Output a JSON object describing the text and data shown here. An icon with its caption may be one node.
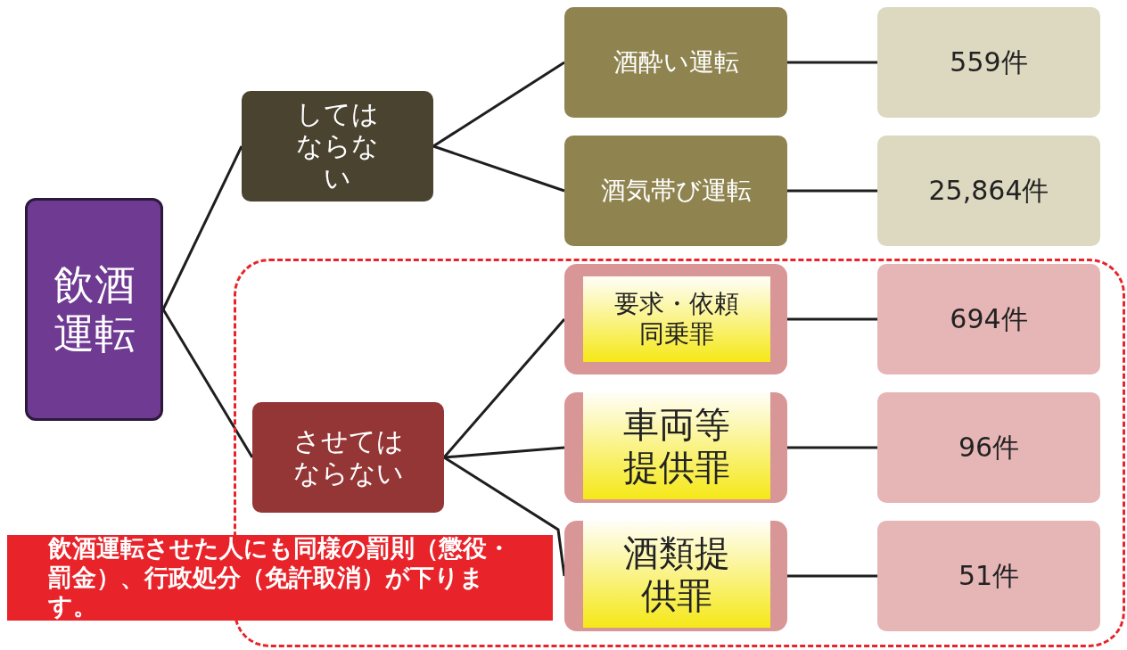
{
  "diagram": {
    "nodes": [
      {
        "text": [
          "飲酒運転"
        ]
      },
      {
        "text": [
          "してはならない"
        ]
      },
      {
        "text": [
          "酒酔い運転"
        ]
      },
      {
        "text": [
          "559件"
        ]
      },
      {
        "text": [
          "酒気帯び運転"
        ]
      },
      {
        "text": [
          "25,864件"
        ]
      },
      {
        "text": [],
        "shape": "box"
      },
      {
        "text": [
          "させてはならない"
        ],
        "in": 6
      },
      {
        "text": [],
        "shape": "box",
        "in": 6
      },
      {
        "text": [
          "要求・依頼同乗罪"
        ],
        "in": 8
      },
      {
        "text": [
          "694件"
        ],
        "in": 6
      },
      {
        "text": [],
        "shape": "box",
        "in": 6
      },
      {
        "text": [
          "車両等提供罪"
        ],
        "in": 11
      },
      {
        "text": [
          "96件"
        ],
        "in": 6
      },
      {
        "text": [],
        "shape": "box",
        "in": 6
      },
      {
        "text": [
          "酒類提供罪"
        ],
        "in": 14
      },
      {
        "text": [
          "51件"
        ],
        "in": 6
      },
      {
        "text": [
          "飲酒運転させた人にも同様の罰則（懲役・罰金）、行政処分（免許取消）が下ります。"
        ]
      }
    ],
    "edges": [
      {
        "from": 0,
        "to": 1,
        "arrow": "none"
      },
      {
        "from": 0,
        "to": 7,
        "arrow": "none"
      },
      {
        "from": 1,
        "to": 2,
        "arrow": "none"
      },
      {
        "from": 1,
        "to": 4,
        "arrow": "none"
      },
      {
        "from": 2,
        "to": 3,
        "arrow": "none"
      },
      {
        "from": 4,
        "to": 5,
        "arrow": "none"
      },
      {
        "from": 7,
        "to": 8,
        "arrow": "none"
      },
      {
        "from": 7,
        "to": 11,
        "arrow": "none"
      },
      {
        "from": 7,
        "to": 14,
        "arrow": "none"
      },
      {
        "from": 8,
        "to": 10,
        "arrow": "none"
      },
      {
        "from": 11,
        "to": 13,
        "arrow": "none"
      },
      {
        "from": 14,
        "to": 16,
        "arrow": "none"
      }
    ]
  }
}
